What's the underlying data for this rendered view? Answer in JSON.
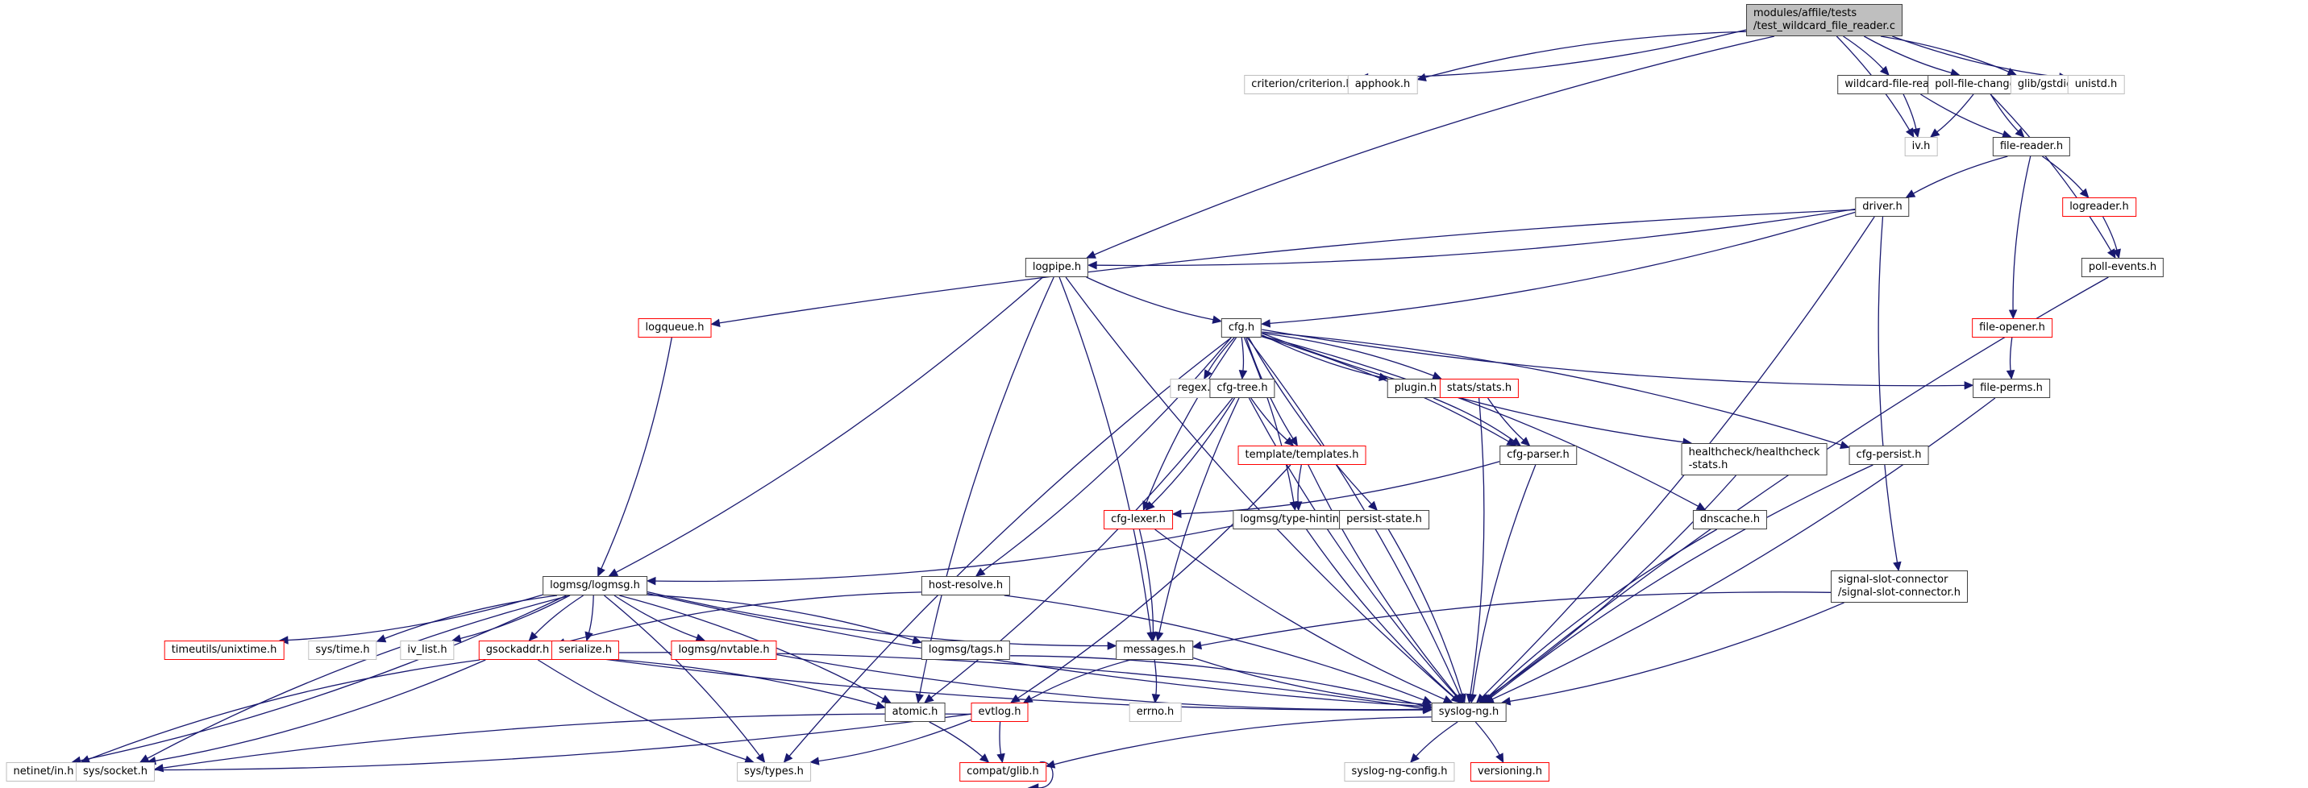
{
  "title": "Include dependency graph for test_wildcard_file_reader.c",
  "colors": {
    "edge": "#191970",
    "main_fill": "#bfbfbf",
    "documented_border": "#404040",
    "external_border": "#bfbfbf",
    "truncated_border": "#ff0000"
  },
  "nodes": [
    {
      "id": "main",
      "lines": [
        "modules/affile/tests",
        "/test_wildcard_file_reader.c"
      ],
      "kind": "main"
    },
    {
      "id": "criterion",
      "lines": [
        "criterion/criterion.h"
      ],
      "kind": "ext"
    },
    {
      "id": "apphook",
      "lines": [
        "apphook.h"
      ],
      "kind": "ext"
    },
    {
      "id": "wfr",
      "lines": [
        "wildcard-file-reader.h"
      ],
      "kind": "doc"
    },
    {
      "id": "pfc",
      "lines": [
        "poll-file-changes.h"
      ],
      "kind": "doc"
    },
    {
      "id": "gstdio",
      "lines": [
        "glib/gstdio.h"
      ],
      "kind": "ext"
    },
    {
      "id": "unistd",
      "lines": [
        "unistd.h"
      ],
      "kind": "ext"
    },
    {
      "id": "iv",
      "lines": [
        "iv.h"
      ],
      "kind": "ext"
    },
    {
      "id": "filereader",
      "lines": [
        "file-reader.h"
      ],
      "kind": "doc"
    },
    {
      "id": "driver",
      "lines": [
        "driver.h"
      ],
      "kind": "doc"
    },
    {
      "id": "logreader",
      "lines": [
        "logreader.h"
      ],
      "kind": "red"
    },
    {
      "id": "logpipe",
      "lines": [
        "logpipe.h"
      ],
      "kind": "doc"
    },
    {
      "id": "pollevents",
      "lines": [
        "poll-events.h"
      ],
      "kind": "doc"
    },
    {
      "id": "logqueue",
      "lines": [
        "logqueue.h"
      ],
      "kind": "red"
    },
    {
      "id": "cfg",
      "lines": [
        "cfg.h"
      ],
      "kind": "doc"
    },
    {
      "id": "fileopener",
      "lines": [
        "file-opener.h"
      ],
      "kind": "red"
    },
    {
      "id": "regex",
      "lines": [
        "regex.h"
      ],
      "kind": "ext"
    },
    {
      "id": "cfgtree",
      "lines": [
        "cfg-tree.h"
      ],
      "kind": "doc"
    },
    {
      "id": "plugin",
      "lines": [
        "plugin.h"
      ],
      "kind": "doc"
    },
    {
      "id": "stats",
      "lines": [
        "stats/stats.h"
      ],
      "kind": "red"
    },
    {
      "id": "fileperms",
      "lines": [
        "file-perms.h"
      ],
      "kind": "doc"
    },
    {
      "id": "templates",
      "lines": [
        "template/templates.h"
      ],
      "kind": "red"
    },
    {
      "id": "cfgparser",
      "lines": [
        "cfg-parser.h"
      ],
      "kind": "doc"
    },
    {
      "id": "healthcheck",
      "lines": [
        "healthcheck/healthcheck",
        "-stats.h"
      ],
      "kind": "doc"
    },
    {
      "id": "cfgpersist",
      "lines": [
        "cfg-persist.h"
      ],
      "kind": "doc"
    },
    {
      "id": "cfglexer",
      "lines": [
        "cfg-lexer.h"
      ],
      "kind": "red"
    },
    {
      "id": "typehint",
      "lines": [
        "logmsg/type-hinting.h"
      ],
      "kind": "doc"
    },
    {
      "id": "persist",
      "lines": [
        "persist-state.h"
      ],
      "kind": "doc"
    },
    {
      "id": "dnscache",
      "lines": [
        "dnscache.h"
      ],
      "kind": "doc"
    },
    {
      "id": "logmsg",
      "lines": [
        "logmsg/logmsg.h"
      ],
      "kind": "doc"
    },
    {
      "id": "hostresolve",
      "lines": [
        "host-resolve.h"
      ],
      "kind": "doc"
    },
    {
      "id": "ssc",
      "lines": [
        "signal-slot-connector",
        "/signal-slot-connector.h"
      ],
      "kind": "doc"
    },
    {
      "id": "unixtime",
      "lines": [
        "timeutils/unixtime.h"
      ],
      "kind": "red"
    },
    {
      "id": "systime",
      "lines": [
        "sys/time.h"
      ],
      "kind": "ext"
    },
    {
      "id": "ivlist",
      "lines": [
        "iv_list.h"
      ],
      "kind": "ext"
    },
    {
      "id": "gsockaddr",
      "lines": [
        "gsockaddr.h"
      ],
      "kind": "red"
    },
    {
      "id": "serialize",
      "lines": [
        "serialize.h"
      ],
      "kind": "red"
    },
    {
      "id": "nvtable",
      "lines": [
        "logmsg/nvtable.h"
      ],
      "kind": "red"
    },
    {
      "id": "tags",
      "lines": [
        "logmsg/tags.h"
      ],
      "kind": "doc"
    },
    {
      "id": "messages",
      "lines": [
        "messages.h"
      ],
      "kind": "doc"
    },
    {
      "id": "atomic",
      "lines": [
        "atomic.h"
      ],
      "kind": "doc"
    },
    {
      "id": "evtlog",
      "lines": [
        "evtlog.h"
      ],
      "kind": "red"
    },
    {
      "id": "errno",
      "lines": [
        "errno.h"
      ],
      "kind": "ext"
    },
    {
      "id": "syslogng",
      "lines": [
        "syslog-ng.h"
      ],
      "kind": "doc"
    },
    {
      "id": "netinet",
      "lines": [
        "netinet/in.h"
      ],
      "kind": "ext"
    },
    {
      "id": "syssocket",
      "lines": [
        "sys/socket.h"
      ],
      "kind": "ext"
    },
    {
      "id": "systypes",
      "lines": [
        "sys/types.h"
      ],
      "kind": "ext"
    },
    {
      "id": "compatglib",
      "lines": [
        "compat/glib.h"
      ],
      "kind": "red"
    },
    {
      "id": "slngconfig",
      "lines": [
        "syslog-ng-config.h"
      ],
      "kind": "ext"
    },
    {
      "id": "versioning",
      "lines": [
        "versioning.h"
      ],
      "kind": "red"
    }
  ],
  "edges": [
    [
      "main",
      "criterion"
    ],
    [
      "main",
      "apphook"
    ],
    [
      "main",
      "wfr"
    ],
    [
      "main",
      "pfc"
    ],
    [
      "main",
      "gstdio"
    ],
    [
      "main",
      "unistd"
    ],
    [
      "main",
      "iv"
    ],
    [
      "main",
      "logpipe"
    ],
    [
      "wfr",
      "iv"
    ],
    [
      "wfr",
      "filereader"
    ],
    [
      "pfc",
      "iv"
    ],
    [
      "pfc",
      "filereader"
    ],
    [
      "pfc",
      "pollevents"
    ],
    [
      "filereader",
      "driver"
    ],
    [
      "filereader",
      "logreader"
    ],
    [
      "filereader",
      "fileopener"
    ],
    [
      "logreader",
      "pollevents"
    ],
    [
      "pollevents",
      "syslogng"
    ],
    [
      "driver",
      "logpipe"
    ],
    [
      "driver",
      "logqueue"
    ],
    [
      "driver",
      "cfg"
    ],
    [
      "driver",
      "ssc"
    ],
    [
      "driver",
      "syslogng"
    ],
    [
      "logpipe",
      "cfg"
    ],
    [
      "logpipe",
      "logmsg"
    ],
    [
      "logpipe",
      "atomic"
    ],
    [
      "logpipe",
      "messages"
    ],
    [
      "logpipe",
      "syslogng"
    ],
    [
      "logqueue",
      "logmsg"
    ],
    [
      "cfg",
      "regex"
    ],
    [
      "cfg",
      "cfgtree"
    ],
    [
      "cfg",
      "plugin"
    ],
    [
      "cfg",
      "stats"
    ],
    [
      "cfg",
      "templates"
    ],
    [
      "cfg",
      "cfgparser"
    ],
    [
      "cfg",
      "cfglexer"
    ],
    [
      "cfg",
      "typehint"
    ],
    [
      "cfg",
      "persist"
    ],
    [
      "cfg",
      "dnscache"
    ],
    [
      "cfg",
      "healthcheck"
    ],
    [
      "cfg",
      "cfgpersist"
    ],
    [
      "cfg",
      "fileperms"
    ],
    [
      "cfg",
      "hostresolve"
    ],
    [
      "cfg",
      "systypes"
    ],
    [
      "cfg",
      "syslogng"
    ],
    [
      "fileopener",
      "fileperms"
    ],
    [
      "fileperms",
      "syslogng"
    ],
    [
      "cfgtree",
      "templates"
    ],
    [
      "cfgtree",
      "cfglexer"
    ],
    [
      "cfgtree",
      "messages"
    ],
    [
      "cfgtree",
      "atomic"
    ],
    [
      "cfgtree",
      "syslogng"
    ],
    [
      "plugin",
      "cfgparser"
    ],
    [
      "stats",
      "cfgparser"
    ],
    [
      "stats",
      "syslogng"
    ],
    [
      "templates",
      "typehint"
    ],
    [
      "templates",
      "evtlog"
    ],
    [
      "templates",
      "syslogng"
    ],
    [
      "cfgparser",
      "cfglexer"
    ],
    [
      "cfgparser",
      "syslogng"
    ],
    [
      "healthcheck",
      "syslogng"
    ],
    [
      "cfgpersist",
      "syslogng"
    ],
    [
      "cfglexer",
      "messages"
    ],
    [
      "cfglexer",
      "syslogng"
    ],
    [
      "typehint",
      "logmsg"
    ],
    [
      "typehint",
      "syslogng"
    ],
    [
      "persist",
      "syslogng"
    ],
    [
      "dnscache",
      "syslogng"
    ],
    [
      "logmsg",
      "unixtime"
    ],
    [
      "logmsg",
      "systime"
    ],
    [
      "logmsg",
      "ivlist"
    ],
    [
      "logmsg",
      "gsockaddr"
    ],
    [
      "logmsg",
      "serialize"
    ],
    [
      "logmsg",
      "nvtable"
    ],
    [
      "logmsg",
      "tags"
    ],
    [
      "logmsg",
      "messages"
    ],
    [
      "logmsg",
      "atomic"
    ],
    [
      "logmsg",
      "syslogng"
    ],
    [
      "logmsg",
      "netinet"
    ],
    [
      "logmsg",
      "syssocket"
    ],
    [
      "logmsg",
      "systypes"
    ],
    [
      "hostresolve",
      "gsockaddr"
    ],
    [
      "hostresolve",
      "syslogng"
    ],
    [
      "ssc",
      "messages"
    ],
    [
      "ssc",
      "syslogng"
    ],
    [
      "gsockaddr",
      "netinet"
    ],
    [
      "gsockaddr",
      "syssocket"
    ],
    [
      "gsockaddr",
      "systypes"
    ],
    [
      "gsockaddr",
      "atomic"
    ],
    [
      "gsockaddr",
      "syslogng"
    ],
    [
      "serialize",
      "syslogng"
    ],
    [
      "nvtable",
      "syslogng"
    ],
    [
      "tags",
      "syslogng"
    ],
    [
      "messages",
      "evtlog"
    ],
    [
      "messages",
      "errno"
    ],
    [
      "messages",
      "syslogng"
    ],
    [
      "atomic",
      "compatglib"
    ],
    [
      "evtlog",
      "compatglib"
    ],
    [
      "evtlog",
      "systypes"
    ],
    [
      "evtlog",
      "syssocket"
    ],
    [
      "evtlog",
      "netinet"
    ],
    [
      "syslogng",
      "slngconfig"
    ],
    [
      "syslogng",
      "versioning"
    ],
    [
      "syslogng",
      "compatglib"
    ],
    [
      "compatglib",
      "compatglib"
    ]
  ]
}
